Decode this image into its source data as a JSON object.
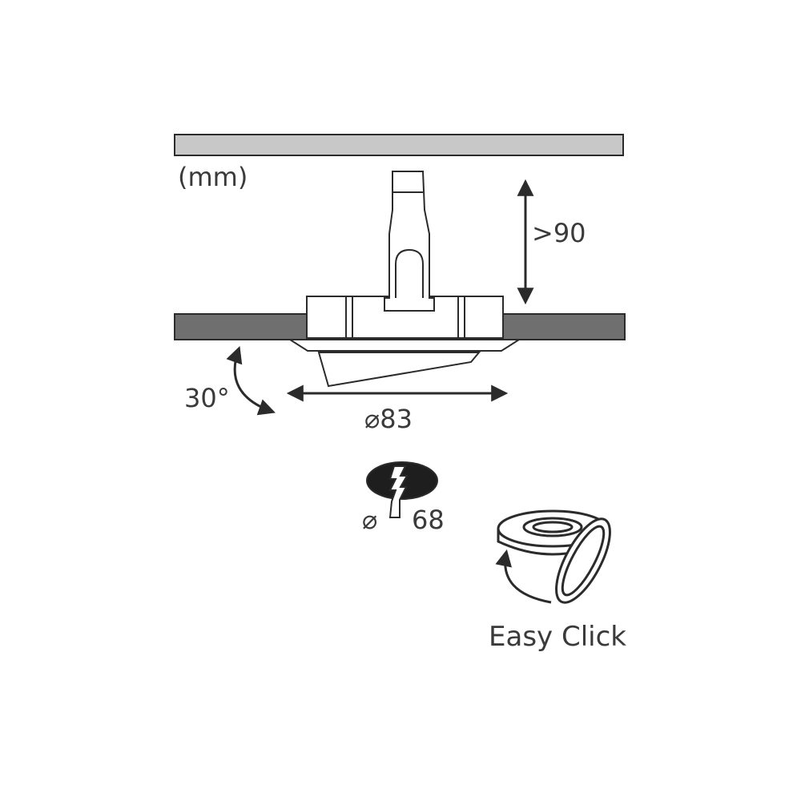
{
  "units_label": "(mm)",
  "dimensions": {
    "clearance_depth": ">90",
    "tilt_angle": "30°",
    "outer_diameter": "⌀83",
    "cutout_diameter_symbol": "⌀",
    "cutout_diameter_value": "68"
  },
  "feature_label": "Easy Click",
  "colors": {
    "ceiling_top": "#c8c8c8",
    "ceiling_board": "#6f6f6f",
    "line": "#2b2b2b",
    "text": "#3a3a3a",
    "hole_fill": "#1e1e1e"
  }
}
